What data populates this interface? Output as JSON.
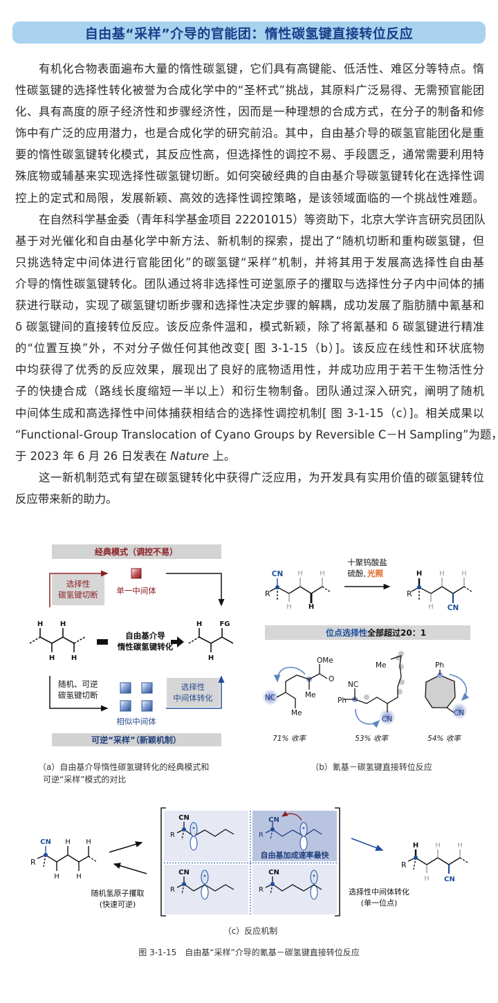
{
  "title": "自由基“采样”介导的官能团：惰性碳氢键直接转位反应",
  "paragraphs": [
    [
      "有机化合物表面遍布大量的惰性碳氢键，它们具有高键能、低活性、难区分等特点。惰",
      "性碳氢键的选择性转化被誉为合成化学中的“圣杯式”挑战，其原料广泛易得、无需预官能团",
      "化、具有高度的原子经济性和步骤经济性，因而是一种理想的合成方式，在分子的制备和修",
      "饰中有广泛的应用潜力，也是合成化学的研究前沿。其中，自由基介导的碳氢官能团化是重",
      "要的惰性碳氢键转化模式，其反应性高，但选择性的调控不易、手段匮乏，通常需要利用特",
      "殊底物或辅基来实现选择性碳氢键切断。如何突破经典的自由基介导碳氢键转化在选择性调",
      "控上的定式和局限，发展新颖、高效的选择性调控策略，是该领域面临的一个挑战性难题。"
    ],
    [
      "在自然科学基金委（青年科学基金项目 22201015）等资助下，北京大学许言研究员团队",
      "基于对光催化和自由基化学中新方法、新机制的探索，提出了“随机切断和重构碳氢键，但",
      "只挑选特定中间体进行官能团化”的碳氢键“采样”机制，并将其用于发展高选择性自由基",
      "介导的惰性碳氢键转化。团队通过将非选择性可逆氢原子的攫取与选择性分子内中间体的捕",
      "获进行联动，实现了碳氢键切断步骤和选择性决定步骤的解耦，成功发展了脂肪腈中氰基和",
      "δ 碳氢键间的直接转位反应。该反应条件温和，模式新颖，除了将氰基和 δ 碳氢键进行精准",
      "的“位置互换”外，不对分子做任何其他改变[ 图 3-1-15（b）]。该反应在线性和环状底物",
      "中均获得了优秀的反应效果，展现出了良好的底物适用性，并成功应用于若干生物活性分",
      "子的快捷合成（路线长度缩短一半以上）和衍生物制备。团队通过深入研究，阐明了随机",
      "中间体生成和高选择性中间体捕获相结合的选择性调控机制[ 图 3-1-15（c）]。相关成果以",
      "“Functional-Group Translocation of Cyano Groups by Reversible C－H Sampling”为题，",
      "于 2023 年 6 月 26 日发表在 ",
      "Nature",
      " 上。"
    ],
    [
      "这一新机制范式有望在碳氢键转化中获得广泛应用，为开发具有实用价值的碳氢键转位",
      "反应带来新的助力。"
    ]
  ],
  "figure": {
    "a": {
      "classic_header": "经典模式（调控不易）",
      "selective_cleavage": [
        "选择性",
        "碳氢键切断"
      ],
      "single_intermediate": "单一中间体",
      "center_label": [
        "自由基介导",
        "惰性碳氢键转化"
      ],
      "random_cleavage": [
        "随机、可逆",
        "碳氢键切断"
      ],
      "similar_intermediates": "相似中间体",
      "selective_conversion": [
        "选择性",
        "中间体转化"
      ],
      "new_header": "可逆“采样”（新颖机制）",
      "atom_H": "H",
      "atom_FG": "FG",
      "caption": [
        "（a）自由基介导惰性碳氢键转化的经典模式和",
        "可逆“采样”模式的对比"
      ]
    },
    "b": {
      "reagent1": "十聚钨酸盐",
      "reagent2": "硫酚, ",
      "reagent3": "光照",
      "selectivity_a": "位点选择性",
      "selectivity_b": "全部超过20：1",
      "atom_CN": "CN",
      "atom_NC": "NC",
      "atom_R": "R",
      "atom_H": "H",
      "OMe": "OMe",
      "O": "O",
      "Me": "Me",
      "Ph": "Ph",
      "yields": [
        "71% 收率",
        "53% 收率",
        "54% 收率"
      ],
      "caption": "（b）氰基－碳氢键直接转位反应",
      "colors": {
        "blue": "#1f4e9c",
        "orange": "#e0621c",
        "gray": "#d6d6d6"
      }
    },
    "c": {
      "random_hat": [
        "随机氢原子攫取",
        "(快速可逆)"
      ],
      "fastest": "自由基加成速率最快",
      "selective_conversion": [
        "选择性中间体转化",
        "(单一位点)"
      ],
      "caption": "（c）反应机制"
    },
    "main_caption": "图 3-1-15　自由基“采样”介导的氰基－碳氢键直接转位反应"
  }
}
